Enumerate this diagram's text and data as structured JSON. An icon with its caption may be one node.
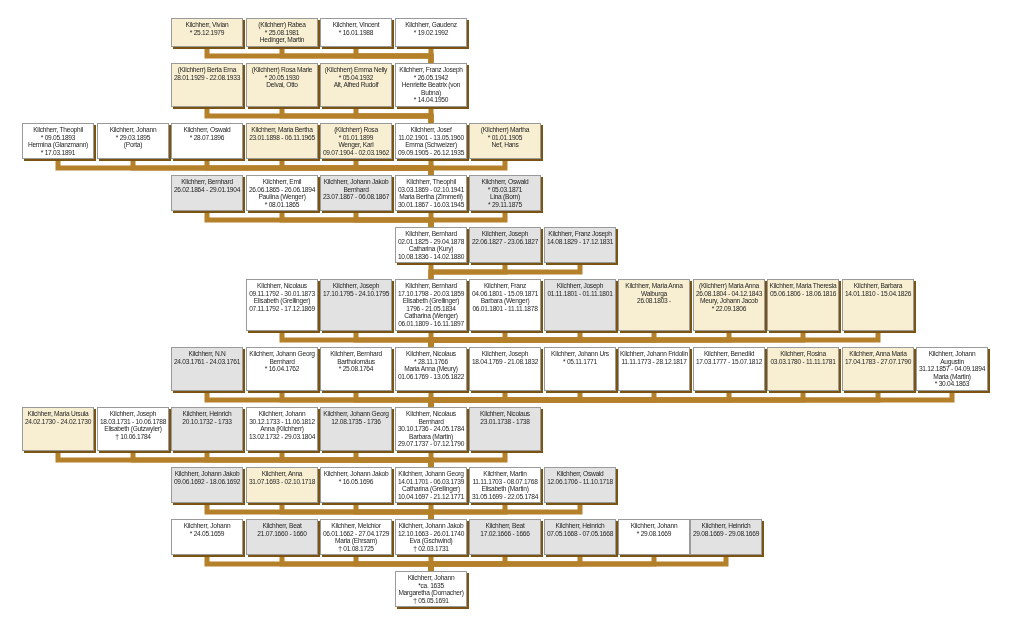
{
  "diagram": {
    "nodes": [
      {
        "text": [
          "Kilchherr, Vivian",
          "* 25.12.1979"
        ]
      },
      {
        "text": [
          "(Kilchherr) Rabea",
          "* 25.08.1981",
          "Hedinger, Martin"
        ]
      },
      {
        "text": [
          "Kilchherr, Vincent",
          "* 16.01.1988"
        ]
      },
      {
        "text": [
          "Kilchherr, Gaudenz",
          "* 19.02.1992"
        ]
      },
      {
        "text": [
          "(Kilchherr) Berta Erna",
          "28.01.1929 - 22.08.1933"
        ]
      },
      {
        "text": [
          "(Kilchherr) Rosa Marie",
          "* 20.05.1930",
          "Delvai, Otto"
        ]
      },
      {
        "text": [
          "(Kilchherr) Emma Nelly",
          "* 05.04.1932",
          "Alt, Alfred Rudolf"
        ]
      },
      {
        "text": [
          "Kilchherr, Franz Joseph",
          "* 26.05.1942",
          "Henriette Beatrix (von Bubna)",
          "* 14.04.1950"
        ]
      },
      {
        "text": [
          "Kilchherr, Theophil",
          "* 09.05.1893",
          "Hermina (Glanzmann)",
          "* 17.03.1891"
        ]
      },
      {
        "text": [
          "Kilchherr, Johann",
          "* 29.03.1895",
          "(Porta)"
        ]
      },
      {
        "text": [
          "Kilchherr, Oswald",
          "* 28.07.1896"
        ]
      },
      {
        "text": [
          "Kilchherr, Maria Bertha",
          "23.01.1898 - 06.11.1965"
        ]
      },
      {
        "text": [
          "(Kilchherr) Rosa",
          "* 01.01.1899",
          "Wenger, Karl",
          "09.07.1904 - 02.03.1962"
        ]
      },
      {
        "text": [
          "Kilchherr, Josef",
          "11.02.1901 - 13.05.1960",
          "Emma (Schweizer)",
          "09.09.1905 - 26.12.1935"
        ]
      },
      {
        "text": [
          "(Kilchherr) Martha",
          "* 01.01.1905",
          "Nef, Hans"
        ]
      },
      {
        "text": [
          "Kilchherr, Bernhard",
          "26.02.1864 - 29.01.1904"
        ]
      },
      {
        "text": [
          "Kilchherr, Emil",
          "26.06.1865 - 26.06.1894",
          "Paulina (Wenger)",
          "* 08.01.1865"
        ]
      },
      {
        "text": [
          "Kilchherr, Johann Jakob Bernhard",
          "23.07.1867 - 06.08.1867"
        ]
      },
      {
        "text": [
          "Kilchherr, Theophil",
          "03.03.1869 - 02.10.1941",
          "Maria Bertha (Zimmerli)",
          "30.01.1867 - 16.03.1945"
        ]
      },
      {
        "text": [
          "Kilchherr, Oswald",
          "* 05.03.1871",
          "Lina (Born)",
          "* 29.11.1875"
        ]
      },
      {
        "text": [
          "Kilchherr, Bernhard",
          "02.01.1825 - 29.04.1878",
          "Catharina (Kury)",
          "10.08.1836 - 14.02.1880"
        ]
      },
      {
        "text": [
          "Kilchherr, Joseph",
          "22.06.1827 - 23.06.1827"
        ]
      },
      {
        "text": [
          "Kilchherr, Franz Joseph",
          "14.08.1829 - 17.12.1831"
        ]
      },
      {
        "text": [
          "Kilchherr, Nicolaus",
          "09.11.1792 - 30.01.1873",
          "Elisabeth (Grellinger)",
          "07.11.1792 - 17.12.1869"
        ]
      },
      {
        "text": [
          "Kilchherr, Joseph",
          "17.10.1795 - 24.10.1795"
        ]
      },
      {
        "text": [
          "Kilchherr, Bernhard",
          "17.10.1798 - 20.03.1859",
          "Elisabeth (Grellinger)",
          "1796 - 21.05.1834",
          "Catharina (Wenger)",
          "06.01.1809 - 16.11.1897"
        ]
      },
      {
        "text": [
          "Kilchherr, Franz",
          "04.06.1801 - 15.09.1871",
          "Barbara (Wenger)",
          "06.01.1801 - 11.11.1878"
        ]
      },
      {
        "text": [
          "Kilchherr, Joseph",
          "01.11.1801 - 01.11.1801"
        ]
      },
      {
        "text": [
          "Kilchherr, Maria Anna Walburga",
          "26.08.1803 -"
        ]
      },
      {
        "text": [
          "(Kilchherr) Maria Anna",
          "26.08.1804 - 04.12.1843",
          "Meury, Johann Jacob",
          "* 22.09.1806"
        ]
      },
      {
        "text": [
          "Kilchherr, Maria Theresia",
          "05.06.1806 - 18.06.1816"
        ]
      },
      {
        "text": [
          "Kilchherr, Barbara",
          "14.01.1810 - 15.04.1826"
        ]
      },
      {
        "text": [
          "Kilchherr, N.N",
          "24.03.1761 - 24.03.1761"
        ]
      },
      {
        "text": [
          "Kilchherr, Johann Georg Bernhard",
          "* 16.04.1762"
        ]
      },
      {
        "text": [
          "Kilchherr, Bernhard Bartholomäus",
          "* 25.08.1764"
        ]
      },
      {
        "text": [
          "Kilchherr, Nicolaus",
          "* 28.11.1766",
          "Maria Anna (Meury)",
          "01.06.1769 - 13.05.1822"
        ]
      },
      {
        "text": [
          "Kilchherr, Joseph",
          "18.04.1769 - 21.08.1832"
        ]
      },
      {
        "text": [
          "Kilchherr, Johann Urs",
          "* 05.11.1771"
        ]
      },
      {
        "text": [
          "Kilchherr, Johann Fridolin",
          "11.11.1773 - 28.12.1817"
        ]
      },
      {
        "text": [
          "Kilchherr, Benedikt",
          "17.03.1777 - 15.07.1812"
        ]
      },
      {
        "text": [
          "Kilchherr, Rosina",
          "03.03.1780 - 11.11.1781"
        ]
      },
      {
        "text": [
          "Kilchherr, Anna Maria",
          "17.04.1783 - 27.07.1790"
        ]
      },
      {
        "text": [
          "Kilchherr, Johann Augustin",
          "31.12.1857 - 04.09.1894",
          "Maria (Martin)",
          "* 30.04.1863"
        ]
      },
      {
        "text": [
          "Kilchherr, Maria Ursula",
          "24.02.1730 - 24.02.1730"
        ]
      },
      {
        "text": [
          "Kilchherr, Joseph",
          "18.03.1731 - 10.06.1788",
          "Elisabeth (Gutzwyler)",
          "† 10.06.1784"
        ]
      },
      {
        "text": [
          "Kilchherr, Heinrich",
          "20.10.1732 - 1733"
        ]
      },
      {
        "text": [
          "Kilchherr, Johann",
          "30.12.1733 - 11.06.1812",
          "Anna (Kilchherr)",
          "13.02.1732 - 29.03.1804"
        ]
      },
      {
        "text": [
          "Kilchherr, Johann Georg",
          "12.08.1735 - 1736"
        ]
      },
      {
        "text": [
          "Kilchherr, Nicolaus Bernhard",
          "30.10.1736 - 24.05.1784",
          "Barbara (Martin)",
          "29.07.1737 - 07.12.1790"
        ]
      },
      {
        "text": [
          "Kilchherr, Nicolaus",
          "23.01.1738 - 1738"
        ]
      },
      {
        "text": [
          "Kilchherr, Johann Jakob",
          "09.06.1692 - 18.06.1692"
        ]
      },
      {
        "text": [
          "Kilchherr, Anna",
          "31.07.1693 - 02.10.1718"
        ]
      },
      {
        "text": [
          "Kilchherr, Johann Jakob",
          "* 16.05.1696"
        ]
      },
      {
        "text": [
          "Kilchherr, Johann Georg",
          "14.01.1701 - 06.03.1739",
          "Catharina (Grellinger)",
          "10.04.1697 - 21.12.1771"
        ]
      },
      {
        "text": [
          "Kilchherr, Martin",
          "11.11.1703 - 08.07.1768",
          "Elisabeth (Martin)",
          "31.05.1699 - 22.05.1784"
        ]
      },
      {
        "text": [
          "Kilchherr, Oswald",
          "12.06.1706 - 11.10.1718"
        ]
      },
      {
        "text": [
          "Kilchherr, Johann",
          "* 24.05.1659"
        ]
      },
      {
        "text": [
          "Kilchherr, Beat",
          "21.07.1660 - 1660"
        ]
      },
      {
        "text": [
          "Kilchherr, Melchior",
          "06.01.1662 - 27.04.1729",
          "Maria (Ehrsam)",
          "† 01.08.1725"
        ]
      },
      {
        "text": [
          "Kilchherr, Johann Jakob",
          "12.10.1663 - 26.01.1740",
          "Eva (Gschwind)",
          "† 02.03.1731"
        ]
      },
      {
        "text": [
          "Kilchherr, Beat",
          "17.02.1666 - 1666"
        ]
      },
      {
        "text": [
          "Kilchherr, Heinrich",
          "07.05.1668 - 07.05.1668"
        ]
      },
      {
        "text": [
          "Kilchherr, Johann",
          "* 29.08.1669"
        ]
      },
      {
        "text": [
          "Kilchherr, Heinrich",
          "29.08.1669 - 29.08.1669"
        ]
      },
      {
        "text": [
          "Kilchherr, Johann",
          "*ca. 1635",
          "Margaretha (Dornacher)",
          "† 05.05.1691"
        ]
      }
    ],
    "edges": [
      {
        "from": 7,
        "to": 0,
        "arrow": "none"
      },
      {
        "from": 7,
        "to": 1,
        "arrow": "none"
      },
      {
        "from": 7,
        "to": 2,
        "arrow": "none"
      },
      {
        "from": 7,
        "to": 3,
        "arrow": "none"
      },
      {
        "from": 13,
        "to": 4,
        "arrow": "none"
      },
      {
        "from": 13,
        "to": 5,
        "arrow": "none"
      },
      {
        "from": 13,
        "to": 6,
        "arrow": "none"
      },
      {
        "from": 13,
        "to": 7,
        "arrow": "none"
      },
      {
        "from": 18,
        "to": 8,
        "arrow": "none"
      },
      {
        "from": 18,
        "to": 9,
        "arrow": "none"
      },
      {
        "from": 18,
        "to": 10,
        "arrow": "none"
      },
      {
        "from": 18,
        "to": 11,
        "arrow": "none"
      },
      {
        "from": 18,
        "to": 12,
        "arrow": "none"
      },
      {
        "from": 18,
        "to": 13,
        "arrow": "none"
      },
      {
        "from": 18,
        "to": 14,
        "arrow": "none"
      },
      {
        "from": 20,
        "to": 15,
        "arrow": "none"
      },
      {
        "from": 20,
        "to": 16,
        "arrow": "none"
      },
      {
        "from": 20,
        "to": 17,
        "arrow": "none"
      },
      {
        "from": 20,
        "to": 18,
        "arrow": "none"
      },
      {
        "from": 20,
        "to": 19,
        "arrow": "none"
      },
      {
        "from": 25,
        "to": 20,
        "arrow": "none"
      },
      {
        "from": 25,
        "to": 21,
        "arrow": "none"
      },
      {
        "from": 25,
        "to": 22,
        "arrow": "none"
      },
      {
        "from": 35,
        "to": 23,
        "arrow": "none"
      },
      {
        "from": 35,
        "to": 24,
        "arrow": "none"
      },
      {
        "from": 35,
        "to": 25,
        "arrow": "none"
      },
      {
        "from": 35,
        "to": 26,
        "arrow": "none"
      },
      {
        "from": 35,
        "to": 27,
        "arrow": "none"
      },
      {
        "from": 35,
        "to": 28,
        "arrow": "none"
      },
      {
        "from": 35,
        "to": 29,
        "arrow": "none"
      },
      {
        "from": 35,
        "to": 30,
        "arrow": "none"
      },
      {
        "from": 35,
        "to": 31,
        "arrow": "none"
      },
      {
        "from": 48,
        "to": 32,
        "arrow": "none"
      },
      {
        "from": 48,
        "to": 33,
        "arrow": "none"
      },
      {
        "from": 48,
        "to": 34,
        "arrow": "none"
      },
      {
        "from": 48,
        "to": 35,
        "arrow": "none"
      },
      {
        "from": 48,
        "to": 36,
        "arrow": "none"
      },
      {
        "from": 48,
        "to": 37,
        "arrow": "none"
      },
      {
        "from": 48,
        "to": 38,
        "arrow": "none"
      },
      {
        "from": 48,
        "to": 39,
        "arrow": "none"
      },
      {
        "from": 48,
        "to": 40,
        "arrow": "none"
      },
      {
        "from": 48,
        "to": 41,
        "arrow": "none"
      },
      {
        "from": 48,
        "to": 42,
        "arrow": "none"
      },
      {
        "from": 53,
        "to": 43,
        "arrow": "none"
      },
      {
        "from": 53,
        "to": 44,
        "arrow": "none"
      },
      {
        "from": 53,
        "to": 45,
        "arrow": "none"
      },
      {
        "from": 53,
        "to": 46,
        "arrow": "none"
      },
      {
        "from": 53,
        "to": 47,
        "arrow": "none"
      },
      {
        "from": 53,
        "to": 48,
        "arrow": "none"
      },
      {
        "from": 53,
        "to": 49,
        "arrow": "none"
      },
      {
        "from": 59,
        "to": 50,
        "arrow": "none"
      },
      {
        "from": 59,
        "to": 51,
        "arrow": "none"
      },
      {
        "from": 59,
        "to": 52,
        "arrow": "none"
      },
      {
        "from": 59,
        "to": 53,
        "arrow": "none"
      },
      {
        "from": 59,
        "to": 54,
        "arrow": "none"
      },
      {
        "from": 59,
        "to": 55,
        "arrow": "none"
      },
      {
        "from": 64,
        "to": 56,
        "arrow": "none"
      },
      {
        "from": 64,
        "to": 57,
        "arrow": "none"
      },
      {
        "from": 64,
        "to": 58,
        "arrow": "none"
      },
      {
        "from": 64,
        "to": 59,
        "arrow": "none"
      },
      {
        "from": 64,
        "to": 60,
        "arrow": "none"
      },
      {
        "from": 64,
        "to": 61,
        "arrow": "none"
      },
      {
        "from": 64,
        "to": 62,
        "arrow": "none"
      },
      {
        "from": 64,
        "to": 63,
        "arrow": "none"
      }
    ]
  }
}
